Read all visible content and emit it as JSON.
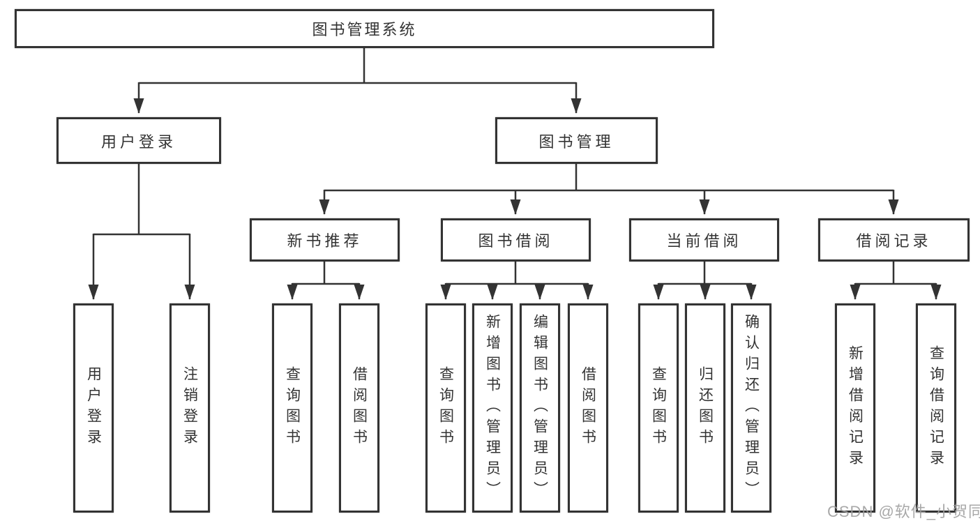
{
  "diagram": {
    "root": {
      "label": "图书管理系统"
    },
    "level2": [
      {
        "label": "用户登录"
      },
      {
        "label": "图书管理"
      }
    ],
    "level3": [
      {
        "label": "新书推荐"
      },
      {
        "label": "图书借阅"
      },
      {
        "label": "当前借阅"
      },
      {
        "label": "借阅记录"
      }
    ],
    "leaves": {
      "user": [
        "用户登录",
        "注销登录"
      ],
      "newbook": [
        "查询图书",
        "借阅图书"
      ],
      "borrow": [
        "查询图书",
        "新增图书（管理员）",
        "编辑图书（管理员）",
        "借阅图书"
      ],
      "current": [
        "查询图书",
        "归还图书",
        "确认归还（管理员）"
      ],
      "records": [
        "新增借阅记录",
        "查询借阅记录"
      ]
    }
  },
  "watermark": {
    "text": "CSDN @软件_小贺同学",
    "color": "#9e9e9e"
  },
  "colors": {
    "line": "#333333",
    "box_border": "#333333",
    "text": "#333333",
    "background": "#ffffff"
  }
}
